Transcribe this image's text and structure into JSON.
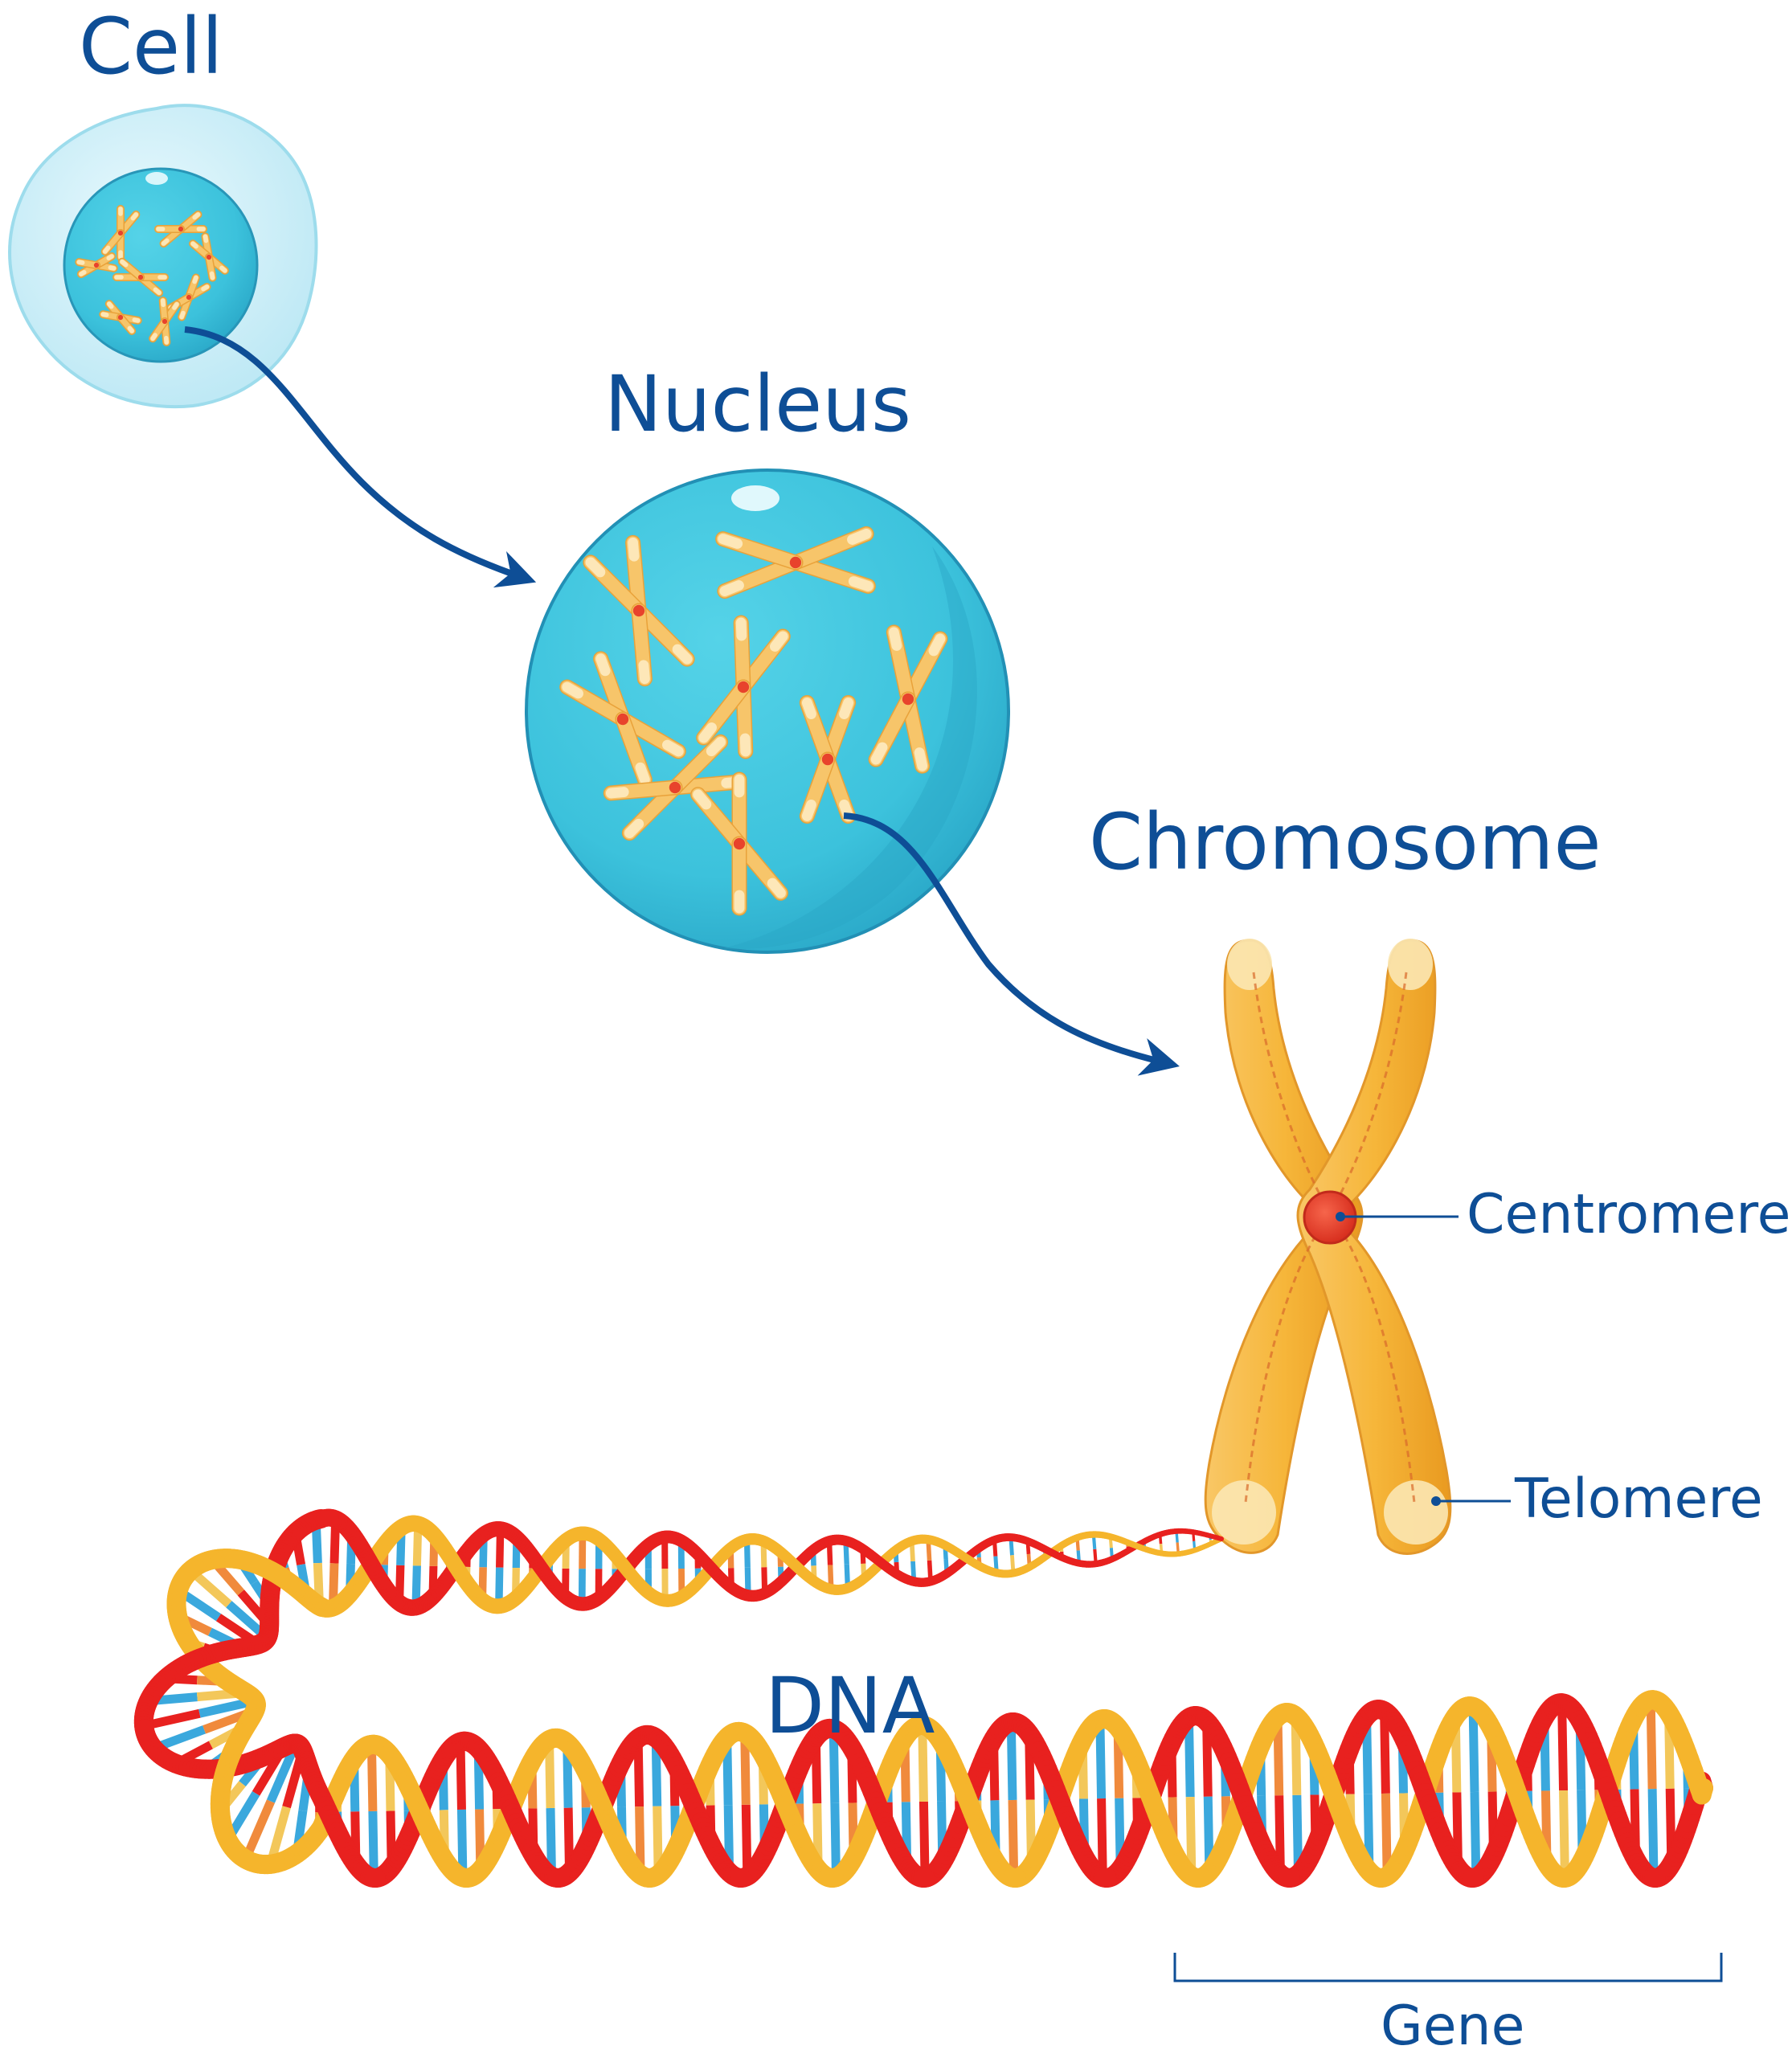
{
  "labels": {
    "cell": "Cell",
    "nucleus": "Nucleus",
    "chromosome": "Chromosome",
    "centromere": "Centromere",
    "telomere": "Telomere",
    "dna": "DNA",
    "gene": "Gene"
  },
  "colors": {
    "label": "#0e4e96",
    "arrow": "#0e4e96",
    "cell_outer": "#cdf0f8",
    "nucleus": "#3cc2dc",
    "chromosome": "#f6b63a",
    "centromere": "#e83d2b",
    "dna_strand_a": "#e8211f",
    "dna_strand_b": "#f5b52c",
    "base_blue": "#3aa8dd",
    "base_yellow": "#f3c75a"
  }
}
